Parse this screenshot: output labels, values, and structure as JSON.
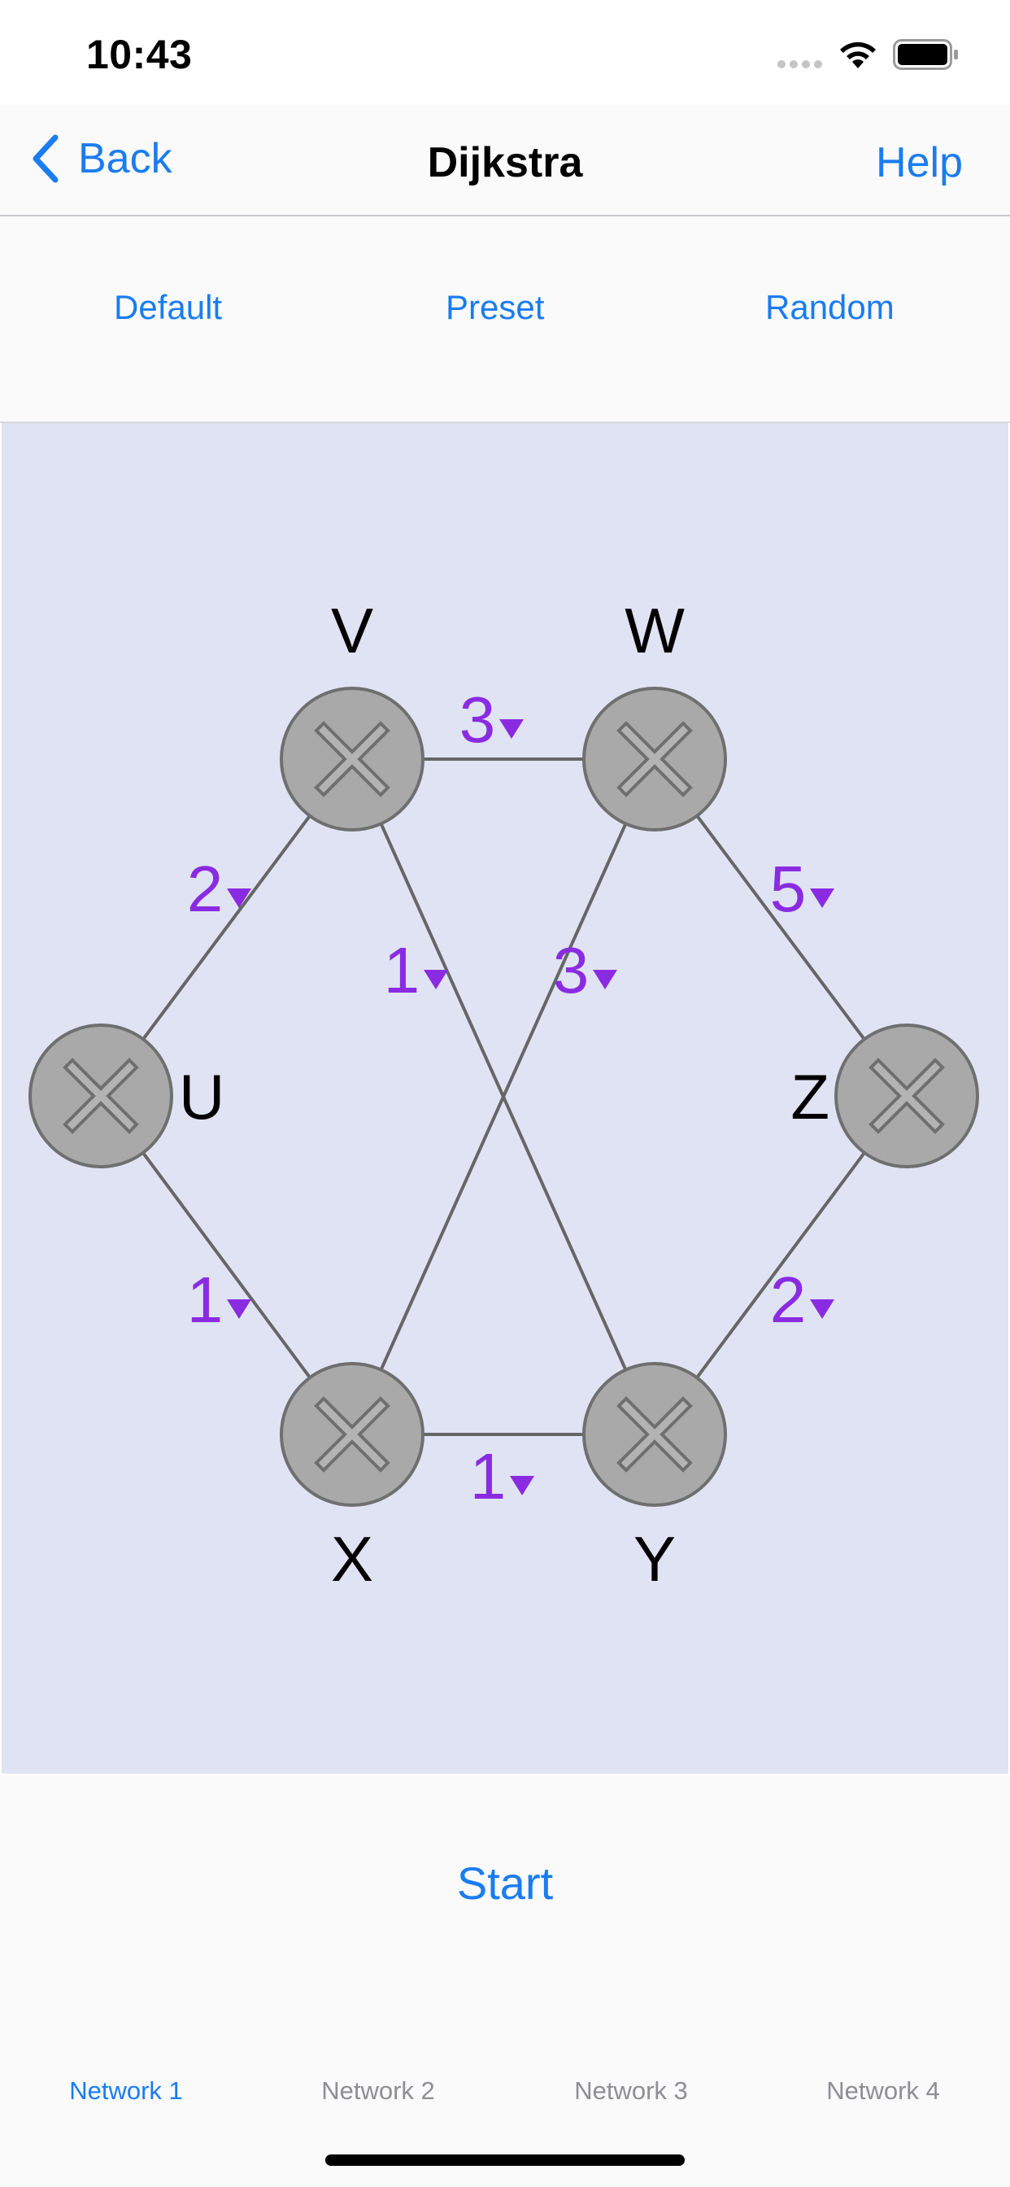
{
  "status": {
    "time": "10:43"
  },
  "nav": {
    "back_label": "Back",
    "title": "Dijkstra",
    "help_label": "Help"
  },
  "modes": [
    "Default",
    "Preset",
    "Random"
  ],
  "graph": {
    "nodes": [
      {
        "id": "V",
        "label": "V"
      },
      {
        "id": "W",
        "label": "W"
      },
      {
        "id": "U",
        "label": "U"
      },
      {
        "id": "Z",
        "label": "Z"
      },
      {
        "id": "X",
        "label": "X"
      },
      {
        "id": "Y",
        "label": "Y"
      }
    ],
    "edges": [
      {
        "from": "V",
        "to": "W",
        "weight": "3"
      },
      {
        "from": "U",
        "to": "V",
        "weight": "2"
      },
      {
        "from": "V",
        "to": "Y",
        "weight": "1"
      },
      {
        "from": "W",
        "to": "X",
        "weight": "3"
      },
      {
        "from": "W",
        "to": "Z",
        "weight": "5"
      },
      {
        "from": "U",
        "to": "X",
        "weight": "1"
      },
      {
        "from": "X",
        "to": "Y",
        "weight": "1"
      },
      {
        "from": "Y",
        "to": "Z",
        "weight": "2"
      }
    ],
    "colors": {
      "weight": "#8a2be2",
      "node_fill": "#a9a9a9",
      "edge": "#666666",
      "background": "#dfe3f3"
    }
  },
  "start_label": "Start",
  "tabs": [
    "Network 1",
    "Network 2",
    "Network 3",
    "Network 4"
  ],
  "active_tab": "Network 1"
}
